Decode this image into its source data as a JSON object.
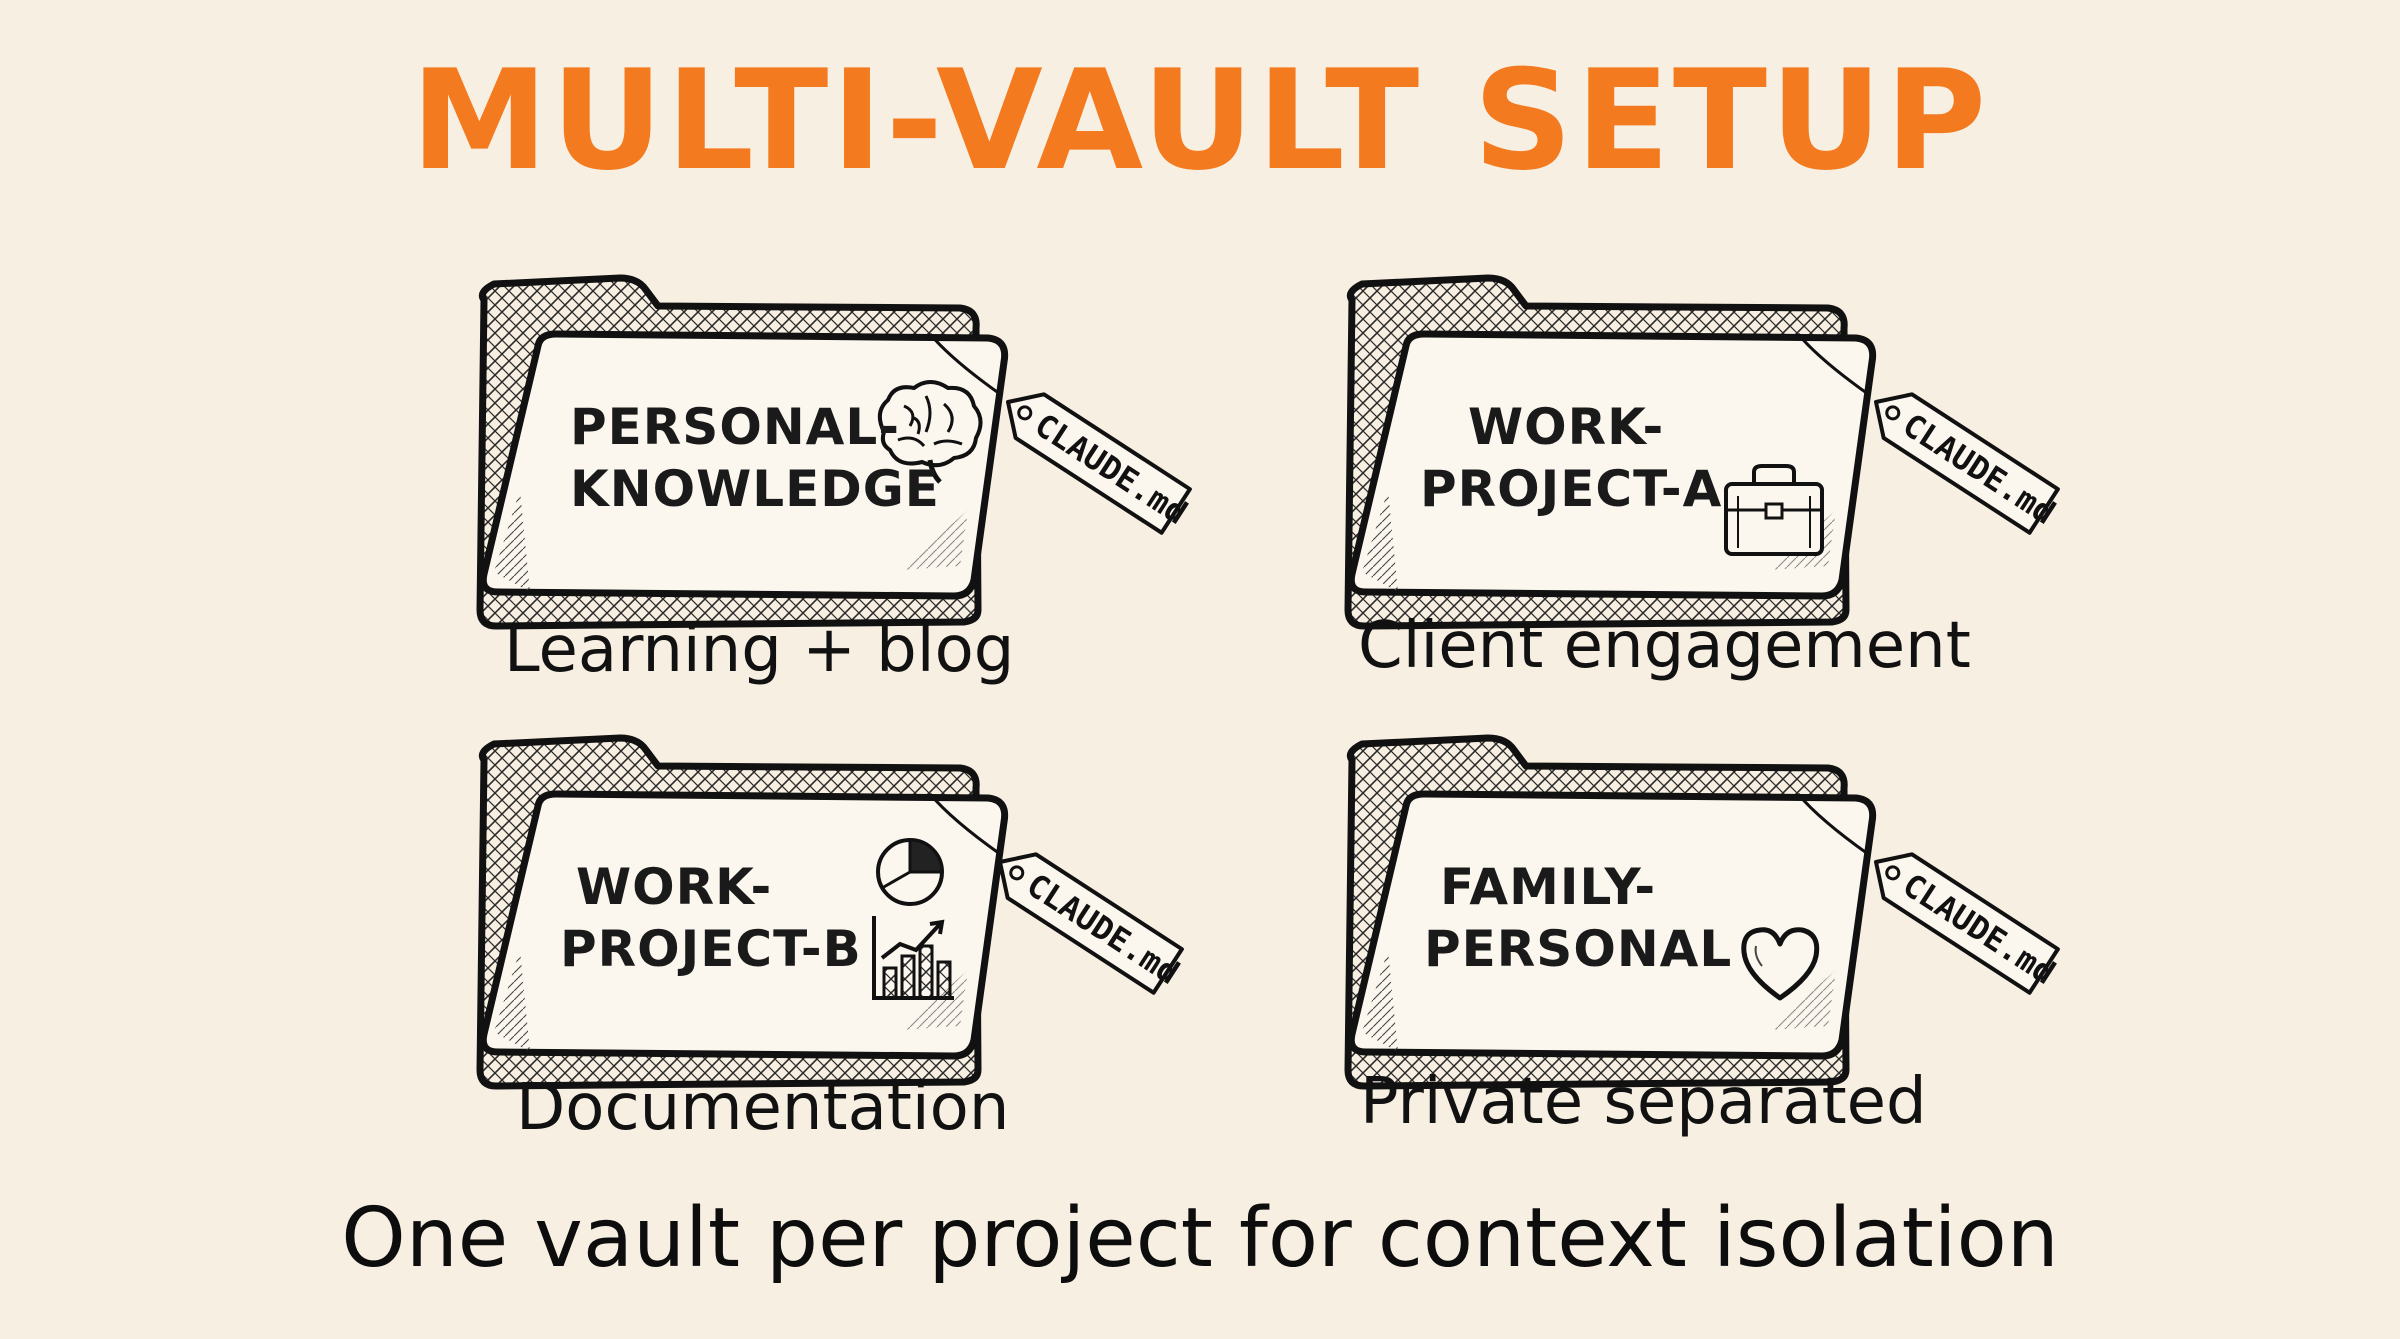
{
  "title": "MULTI-VAULT SETUP",
  "vaults": [
    {
      "name_lines": [
        "PERSONAL-",
        "KNOWLEDGE"
      ],
      "tag": "CLAUDE.md",
      "caption": "Learning + blog",
      "icon": "brain-icon"
    },
    {
      "name_lines": [
        "WORK-",
        "PROJECT-A"
      ],
      "tag": "CLAUDE.md",
      "caption": "Client engagement",
      "icon": "briefcase-icon"
    },
    {
      "name_lines": [
        "WORK-",
        "PROJECT-B"
      ],
      "tag": "CLAUDE.md",
      "caption": "Documentation",
      "icon": "chart-icon"
    },
    {
      "name_lines": [
        "FAMILY-",
        "PERSONAL"
      ],
      "tag": "CLAUDE.md",
      "caption": "Private separated",
      "icon": "heart-icon"
    }
  ],
  "footer": "One vault per project for context isolation",
  "colors": {
    "accent": "#f47a1f",
    "background": "#f7efe2",
    "ink": "#1a1a1a"
  }
}
